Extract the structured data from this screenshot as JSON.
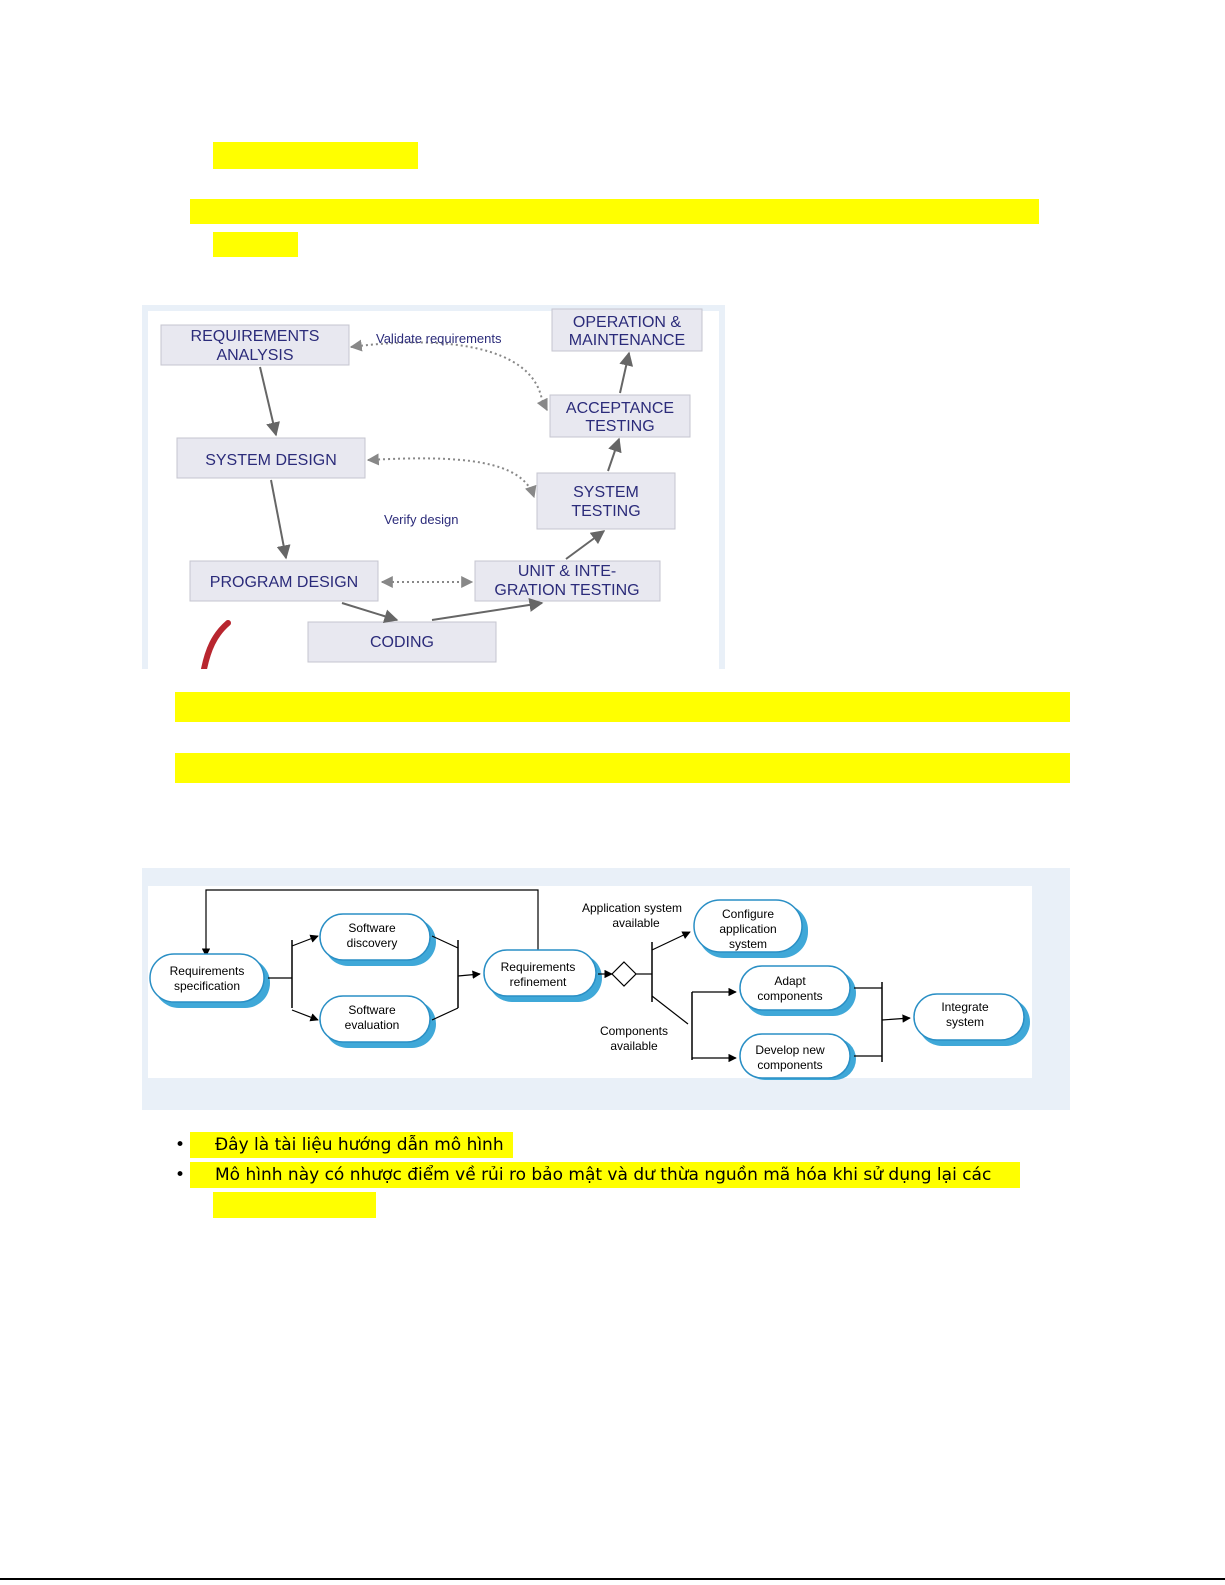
{
  "waterfall": {
    "boxes": {
      "requirements_analysis": [
        "REQUIREMENTS",
        "ANALYSIS"
      ],
      "system_design": [
        "SYSTEM DESIGN"
      ],
      "program_design": [
        "PROGRAM DESIGN"
      ],
      "coding": [
        "CODING"
      ],
      "unit_testing": [
        "UNIT & INTE-",
        "GRATION TESTING"
      ],
      "system_testing": [
        "SYSTEM",
        "TESTING"
      ],
      "acceptance_testing": [
        "ACCEPTANCE",
        "TESTING"
      ],
      "operation_maintenance": [
        "OPERATION &",
        "MAINTENANCE"
      ]
    },
    "labels": {
      "validate": "Validate requirements",
      "verify": "Verify design"
    }
  },
  "reuse": {
    "nodes": {
      "req_spec": [
        "Requirements",
        "specification"
      ],
      "sw_discovery": [
        "Software",
        "discovery"
      ],
      "sw_evaluation": [
        "Software",
        "evaluation"
      ],
      "req_refinement": [
        "Requirements",
        "refinement"
      ],
      "configure": [
        "Configure",
        "application",
        "system"
      ],
      "adapt": [
        "Adapt",
        "components"
      ],
      "develop": [
        "Develop new",
        "components"
      ],
      "integrate": [
        "Integrate",
        "system"
      ]
    },
    "labels": {
      "app_available": [
        "Application system",
        "available"
      ],
      "comp_available": [
        "Components",
        "available"
      ]
    }
  },
  "bullets": [
    {
      "marker": "•",
      "text": "Đây là tài liệu hướng dẫn mô hình"
    },
    {
      "marker": "•",
      "text": "Mô hình này có nhược điểm về rủi ro bảo mật và dư thừa nguồn mã hóa khi sử dụng lại các"
    }
  ]
}
